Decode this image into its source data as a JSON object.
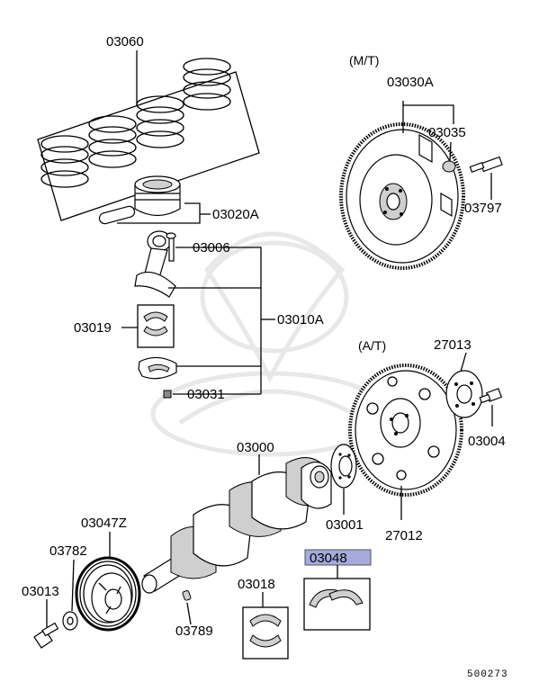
{
  "diagram_id": "500273",
  "variants": {
    "manual": "(M/T)",
    "automatic": "(A/T)"
  },
  "highlight_color": "#a7aadd",
  "highlight_part": "03048",
  "parts": {
    "p03060": "03060",
    "p03020A": "03020A",
    "p03006": "03006",
    "p03010A": "03010A",
    "p03019": "03019",
    "p03031": "03031",
    "p03030A": "03030A",
    "p03035": "03035",
    "p03797": "03797",
    "p27013": "27013",
    "p03004": "03004",
    "p03000": "03000",
    "p03001": "03001",
    "p27012": "27012",
    "p03047Z": "03047Z",
    "p03782": "03782",
    "p03013": "03013",
    "p03018": "03018",
    "p03789": "03789",
    "p03048": "03048"
  }
}
